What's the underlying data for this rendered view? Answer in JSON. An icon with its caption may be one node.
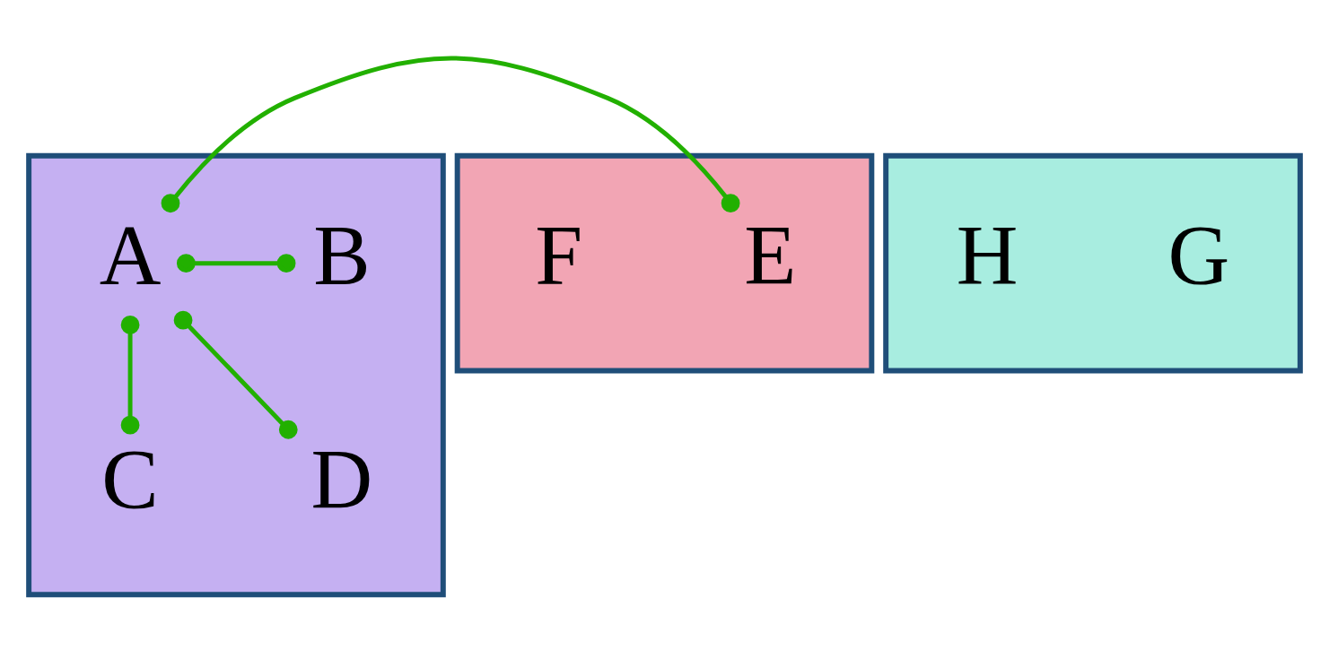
{
  "diagram": {
    "nodes": [
      {
        "text": [],
        "shape": "box"
      },
      {
        "text": [
          "A"
        ],
        "in": 0
      },
      {
        "text": [
          "B"
        ],
        "in": 0
      },
      {
        "text": [
          "C"
        ],
        "in": 0
      },
      {
        "text": [
          "D"
        ],
        "in": 0
      },
      {
        "text": [],
        "shape": "box"
      },
      {
        "text": [
          "E"
        ],
        "in": 5
      },
      {
        "text": [
          "F"
        ],
        "in": 5
      },
      {
        "text": [],
        "shape": "box"
      },
      {
        "text": [
          "G"
        ],
        "in": 8
      },
      {
        "text": [
          "H"
        ],
        "in": 8
      }
    ],
    "edges": [
      {
        "from": 1,
        "to": 6,
        "arrow": "other"
      },
      {
        "from": 1,
        "to": 2,
        "arrow": "other"
      },
      {
        "from": 1,
        "to": 3,
        "arrow": "other"
      },
      {
        "from": 1,
        "to": 4,
        "arrow": "other"
      }
    ]
  }
}
